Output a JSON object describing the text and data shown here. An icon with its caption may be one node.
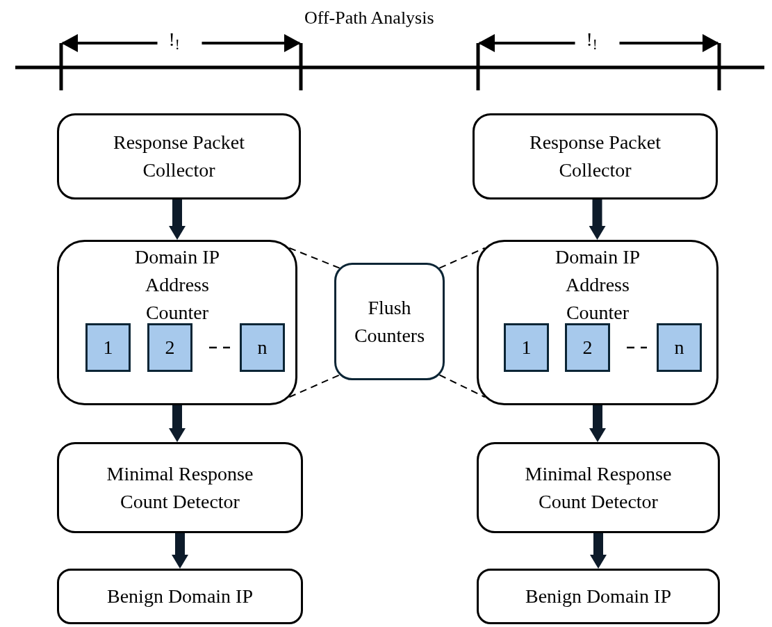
{
  "diagram": {
    "title": "Off-Path Analysis",
    "nodes": [
      {
        "text": [
          "Response Packet Collector"
        ]
      },
      {
        "text": [
          "Domain IP Address Counter"
        ]
      },
      {
        "text": [
          "1"
        ],
        "in": 1
      },
      {
        "text": [
          "2"
        ],
        "in": 1
      },
      {
        "text": [
          "n"
        ],
        "in": 1
      },
      {
        "text": [
          "Minimal Response Count Detector"
        ]
      },
      {
        "text": [
          "Benign Domain IP"
        ]
      },
      {
        "text": [
          "Flush Counters"
        ]
      },
      {
        "text": [
          "Response Packet Collector"
        ]
      },
      {
        "text": [
          "Domain IP Address Counter"
        ]
      },
      {
        "text": [
          "1"
        ],
        "in": 9
      },
      {
        "text": [
          "2"
        ],
        "in": 9
      },
      {
        "text": [
          "n"
        ],
        "in": 9
      },
      {
        "text": [
          "Minimal Response Count Detector"
        ]
      },
      {
        "text": [
          "Benign Domain IP"
        ]
      }
    ],
    "edges": [
      {
        "from": 0,
        "to": 1,
        "arrow": "to"
      },
      {
        "from": 1,
        "to": 5,
        "arrow": "to"
      },
      {
        "from": 5,
        "to": 6,
        "arrow": "to"
      },
      {
        "from": 8,
        "to": 9,
        "arrow": "to"
      },
      {
        "from": 9,
        "to": 13,
        "arrow": "to"
      },
      {
        "from": 13,
        "to": 14,
        "arrow": "to"
      },
      {
        "from": 1,
        "to": 7,
        "arrow": "none",
        "style": "dashed"
      },
      {
        "from": 1,
        "to": 7,
        "arrow": "none",
        "style": "dashed"
      },
      {
        "from": 7,
        "to": 9,
        "arrow": "none",
        "style": "dashed"
      },
      {
        "from": 7,
        "to": 9,
        "arrow": "none",
        "style": "dashed"
      }
    ],
    "labels": [
      "!$_{!}$",
      "!$_{!}$"
    ]
  }
}
